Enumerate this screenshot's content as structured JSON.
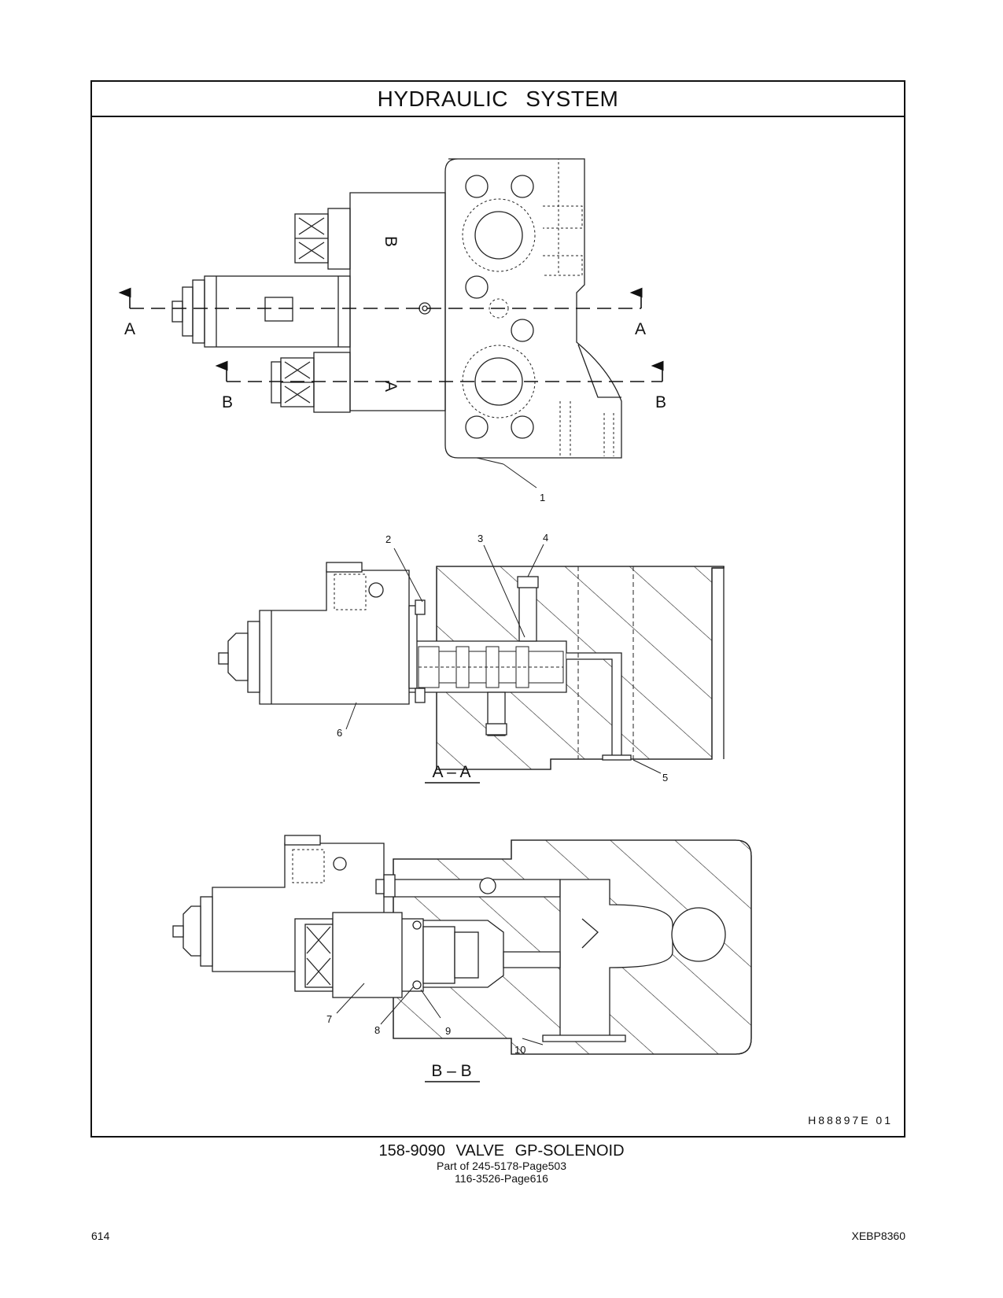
{
  "header": {
    "title": "HYDRAULIC SYSTEM"
  },
  "views": {
    "top": {
      "section_marks": [
        "A",
        "A",
        "B",
        "B"
      ],
      "port_labels": [
        "B",
        "A"
      ],
      "callouts": [
        "1"
      ]
    },
    "section_aa": {
      "label": "A – A",
      "callouts": [
        "2",
        "3",
        "4",
        "5",
        "6"
      ]
    },
    "section_bb": {
      "label": "B – B",
      "callouts": [
        "7",
        "8",
        "9",
        "10"
      ]
    }
  },
  "drawing_id": "H88897E 01",
  "caption": {
    "part": "158-9090 VALVE GP-SOLENOID",
    "line2": "Part of 245-5178-Page503",
    "line3": "116-3526-Page616"
  },
  "footer": {
    "page_number": "614",
    "doc_code": "XEBP8360"
  }
}
